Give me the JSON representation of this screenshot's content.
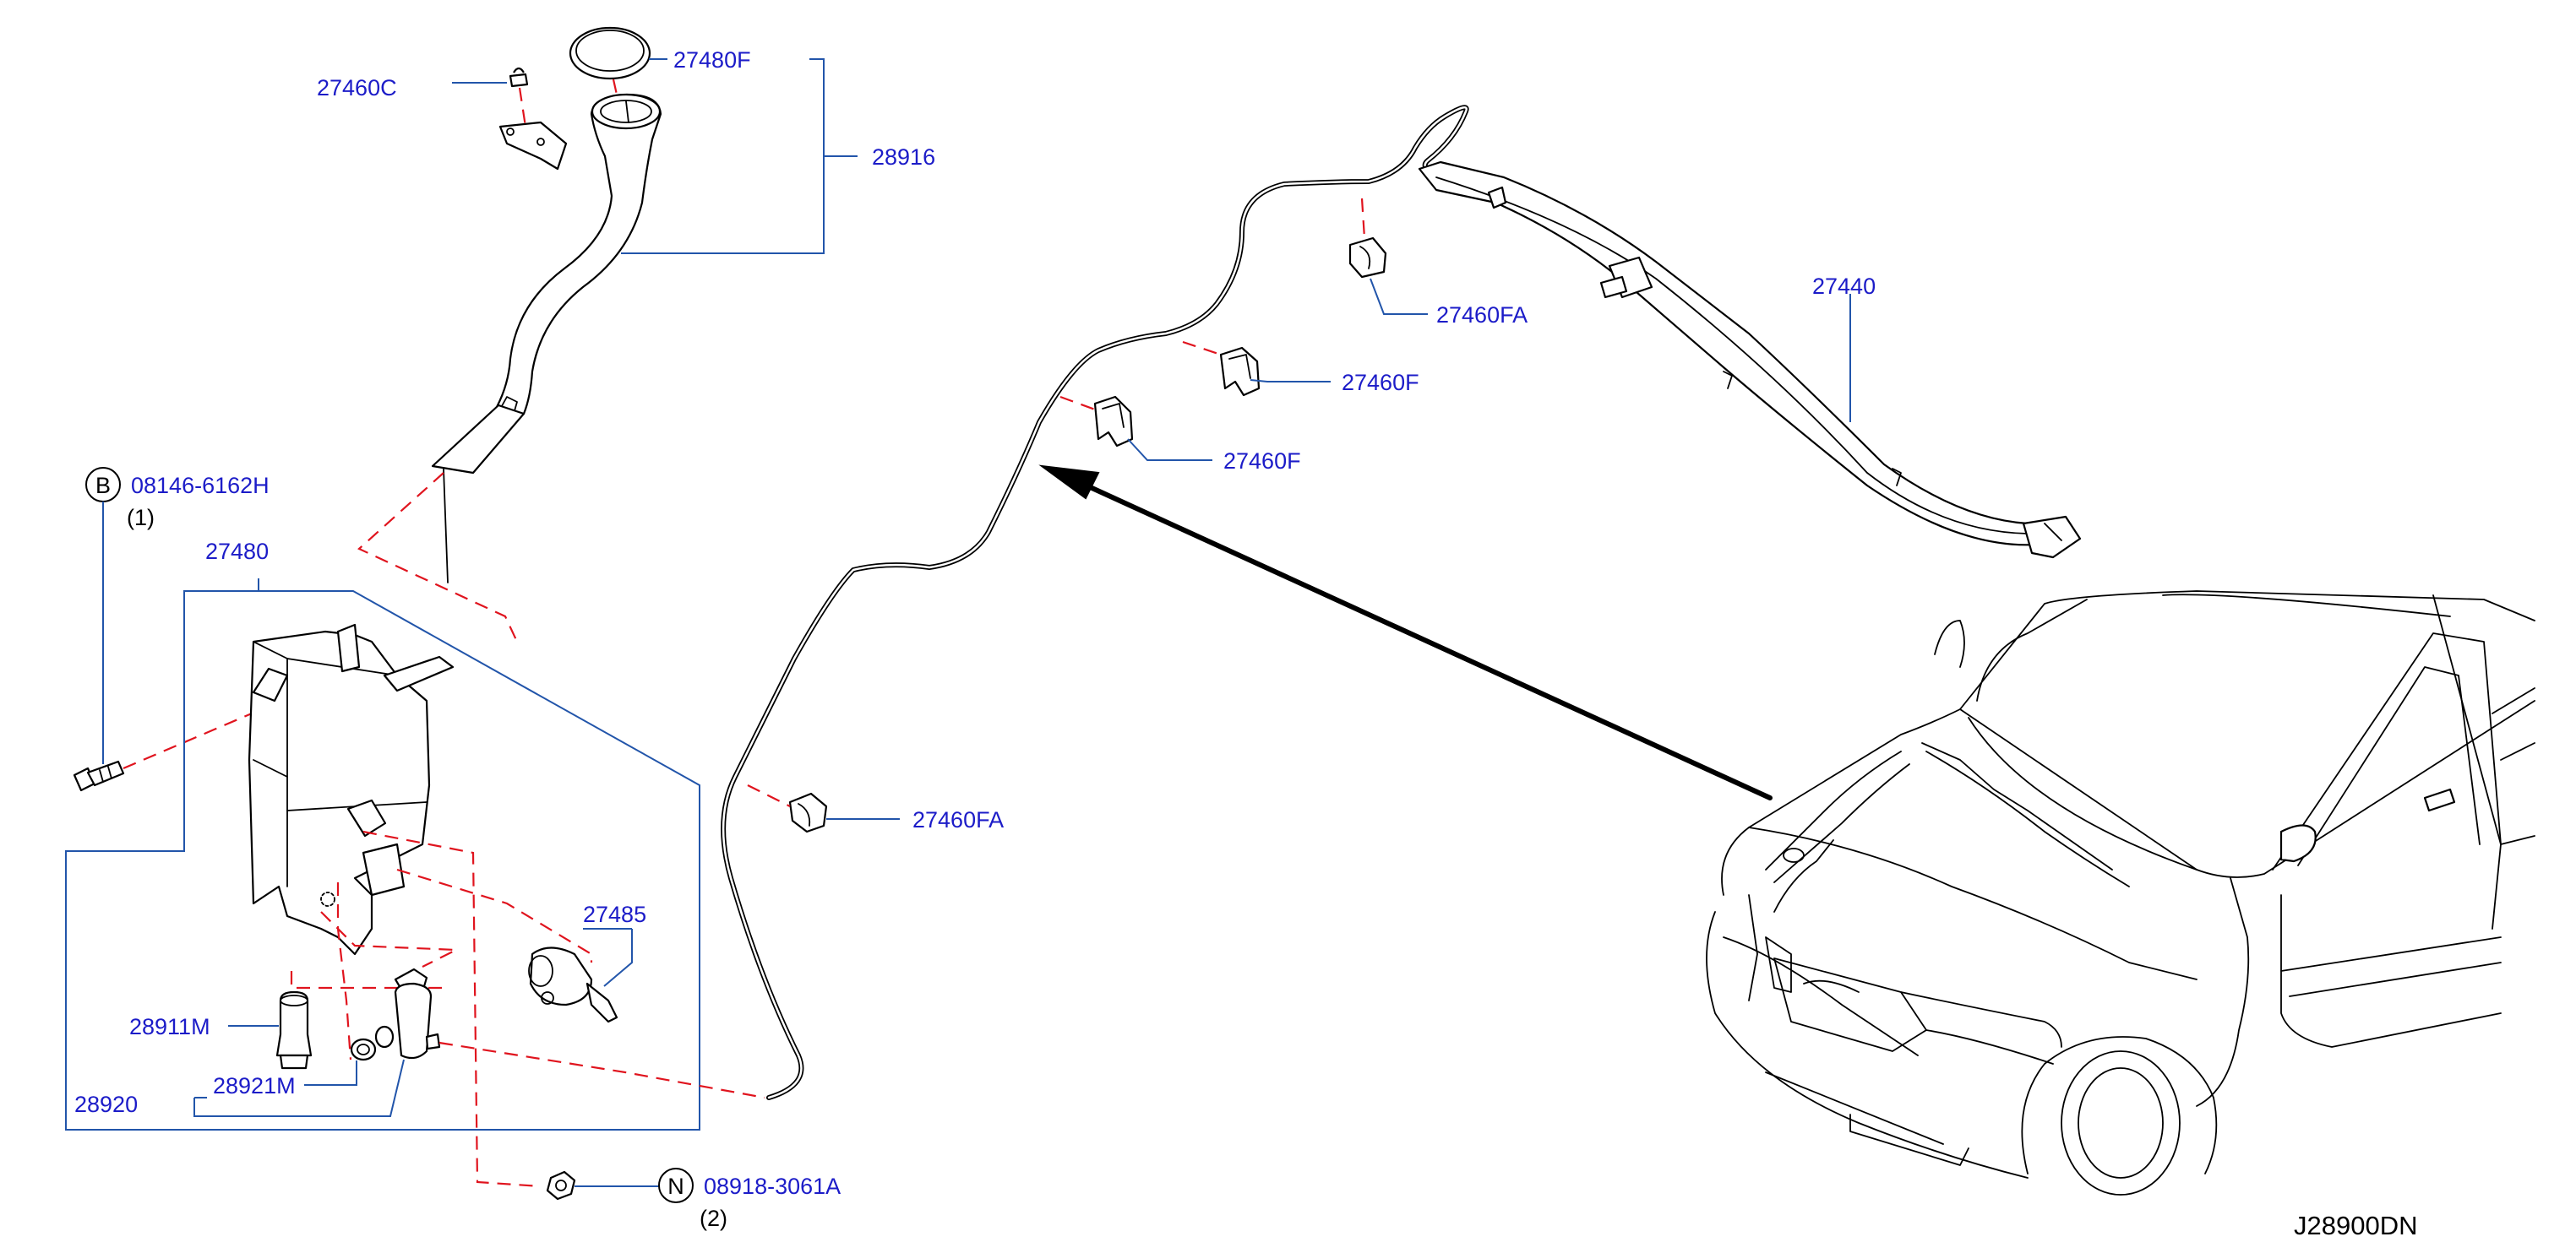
{
  "parts": {
    "p27460C": "27460C",
    "p27480F": "27480F",
    "p28916": "28916",
    "p08146": "08146-6162H",
    "p08146_qty": "(1)",
    "p08146_symbol": "B",
    "p27480": "27480",
    "p27485": "27485",
    "p28911M": "28911M",
    "p28921M": "28921M",
    "p28920": "28920",
    "p08918": "08918-3061A",
    "p08918_qty": "(2)",
    "p08918_symbol": "N",
    "p27440": "27440",
    "p27460FA_top": "27460FA",
    "p27460F_a": "27460F",
    "p27460F_b": "27460F",
    "p27460FA_mid": "27460FA"
  },
  "diagram_ref": "J28900DN"
}
